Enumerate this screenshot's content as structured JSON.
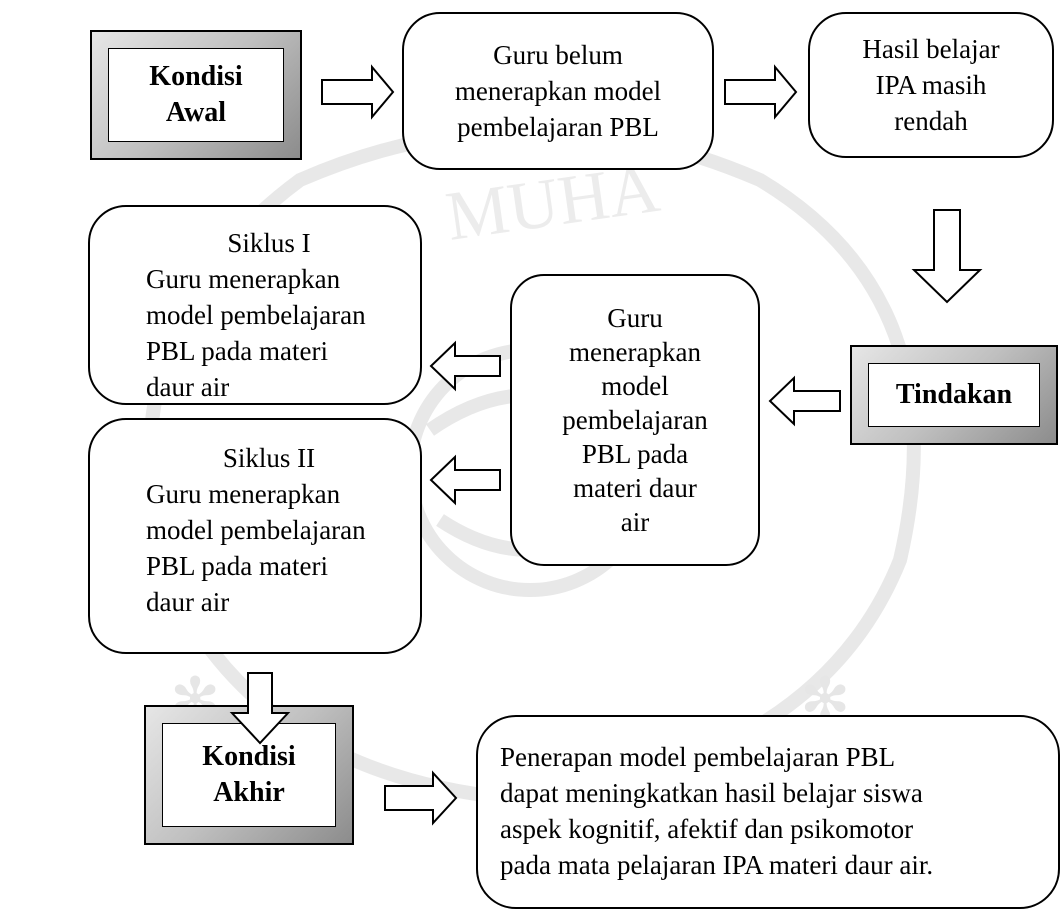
{
  "nodes": {
    "kondisi_awal": {
      "lines": [
        "Kondisi",
        "Awal"
      ]
    },
    "guru_belum": {
      "lines": [
        "Guru belum",
        "menerapkan model",
        "pembelajaran PBL"
      ]
    },
    "hasil_belajar": {
      "lines": [
        "Hasil belajar",
        "IPA masih",
        "rendah"
      ]
    },
    "tindakan": {
      "lines": [
        "Tindakan"
      ]
    },
    "guru_menerapkan": {
      "lines": [
        "Guru",
        "menerapkan",
        "model",
        "pembelajaran",
        "PBL pada",
        "materi daur",
        "air"
      ]
    },
    "siklus_1": {
      "title": "Siklus I",
      "lines": [
        "Guru menerapkan",
        "model pembelajaran",
        "PBL pada materi",
        "daur air"
      ]
    },
    "siklus_2": {
      "title": "Siklus II",
      "lines": [
        "Guru menerapkan",
        "model pembelajaran",
        "PBL pada materi",
        "daur air"
      ]
    },
    "kondisi_akhir": {
      "lines": [
        "Kondisi",
        "Akhir"
      ]
    },
    "penerapan": {
      "lines": [
        "Penerapan model pembelajaran PBL",
        "dapat meningkatkan hasil belajar siswa",
        "aspek kognitif, afektif dan psikomotor",
        "pada mata pelajaran IPA materi daur air."
      ]
    }
  },
  "colors": {
    "stroke": "#000000",
    "bevel_dark": "#8c8c8c",
    "bevel_mid": "#c0c0c0",
    "bevel_light": "#e6e6e6",
    "watermark": "#e9e9e9"
  }
}
